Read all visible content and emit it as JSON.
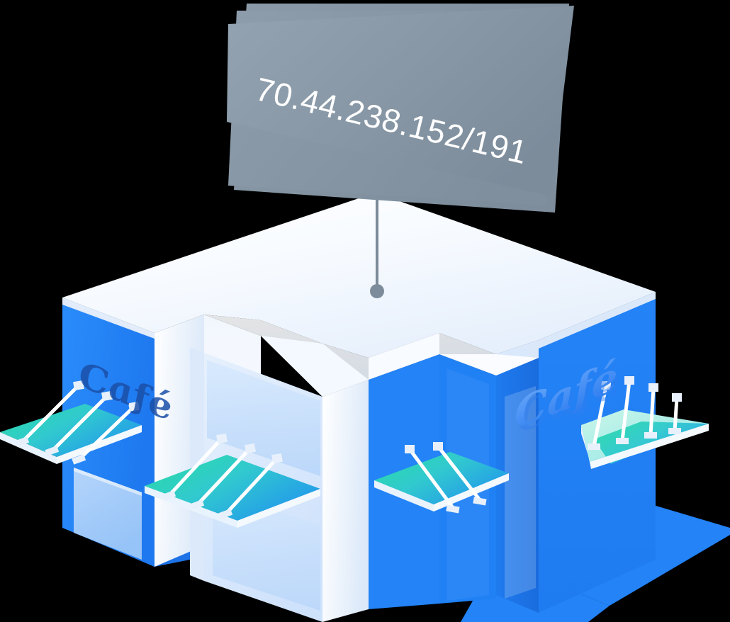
{
  "scene": {
    "type": "isometric-illustration",
    "subject": "cafe-building",
    "background_color": "#000000"
  },
  "label": {
    "name": "ip-address-callout",
    "text": "70.44.238.152/191",
    "text_color": "#ffffff",
    "banner_color_start": "#93a3b1",
    "banner_color_end": "#7f909f",
    "layers": 3,
    "connector_color": "#7c8b99",
    "connector_dot_radius": 10
  },
  "building": {
    "signs": [
      {
        "id": "cafe-left",
        "text": "Café",
        "face": "left-blue-wall",
        "color": "#1b4fa8"
      },
      {
        "id": "cafe-right",
        "text": "Café",
        "face": "right-white-wall",
        "color": "#3b82f6"
      }
    ],
    "palette": {
      "blue_primary": "#2081f5",
      "blue_bright": "#1f84fb",
      "blue_deep": "#1d6fe0",
      "white_face": "#f5f9ff",
      "pale_blue": "#dbe9fb",
      "window_blue": "#a9cdf7",
      "awning_teal_start": "#2fd6ae",
      "awning_teal_mid": "#31c6d4",
      "awning_blue_end": "#1f8ef1",
      "awning_edge": "#eef5fd",
      "rod_white": "#ffffff"
    },
    "awnings": [
      {
        "id": "awning-far-left",
        "rods": 3
      },
      {
        "id": "awning-mid-left",
        "rods": 3
      },
      {
        "id": "awning-center",
        "rods": 2
      },
      {
        "id": "awning-right",
        "rods": 4
      }
    ]
  }
}
